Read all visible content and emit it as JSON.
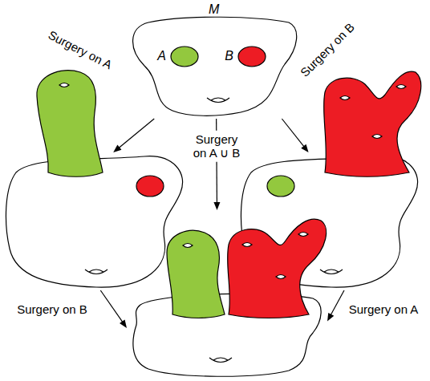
{
  "diagram": {
    "nodes": [
      {
        "text": [
          "M"
        ]
      },
      {
        "text": [
          "A"
        ],
        "in": 0
      },
      {
        "text": [
          "B"
        ],
        "in": 0
      },
      {
        "text": []
      },
      {
        "text": []
      },
      {
        "text": []
      }
    ],
    "edges": [
      {
        "from": 0,
        "to": 3,
        "arrow": "to",
        "label": "Surgery on A"
      },
      {
        "from": 0,
        "to": 4,
        "arrow": "to",
        "label": "Surgery on B"
      },
      {
        "from": 0,
        "to": 5,
        "arrow": "to",
        "label": "Surgery on A ∪ B"
      },
      {
        "from": 3,
        "to": 5,
        "arrow": "to",
        "label": "Surgery on B"
      },
      {
        "from": 4,
        "to": 5,
        "arrow": "to",
        "label": "Surgery on A"
      }
    ]
  }
}
